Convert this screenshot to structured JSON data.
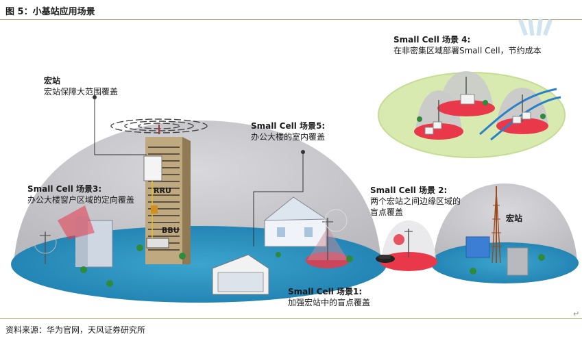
{
  "figure": {
    "title": "图 5：小基站应用场景",
    "source": "资料来源：华为官网，天风证券研究所",
    "para_mark": "↵"
  },
  "labels": {
    "macro": {
      "title": "宏站",
      "desc": "宏站保障大范围覆盖"
    },
    "scene5": {
      "title": "Small Cell 场景5:",
      "desc": "办公大楼的室内覆盖"
    },
    "scene3": {
      "title": "Small Cell 场景3:",
      "desc": "办公大楼窗户区域的定向覆盖"
    },
    "scene4": {
      "title": "Small Cell 场景 4:",
      "desc": "在非密集区域部署Small Cell，节约成本"
    },
    "scene2": {
      "title": "Small Cell  场景 2:",
      "desc1": "两个宏站之间边缘区域的",
      "desc2": "盲点覆盖"
    },
    "scene1": {
      "title": "Small Cell 场景1:",
      "desc": "加强宏站中的盲点覆盖"
    },
    "macro_right": "宏站",
    "rru": "RRU",
    "bbu": "BBU"
  },
  "colors": {
    "dome": "#c9c9cd",
    "ground": "#2a93be",
    "coverage": "#e8384a",
    "scene4_bg": "#d9eab0",
    "rule": "#c8a979"
  }
}
